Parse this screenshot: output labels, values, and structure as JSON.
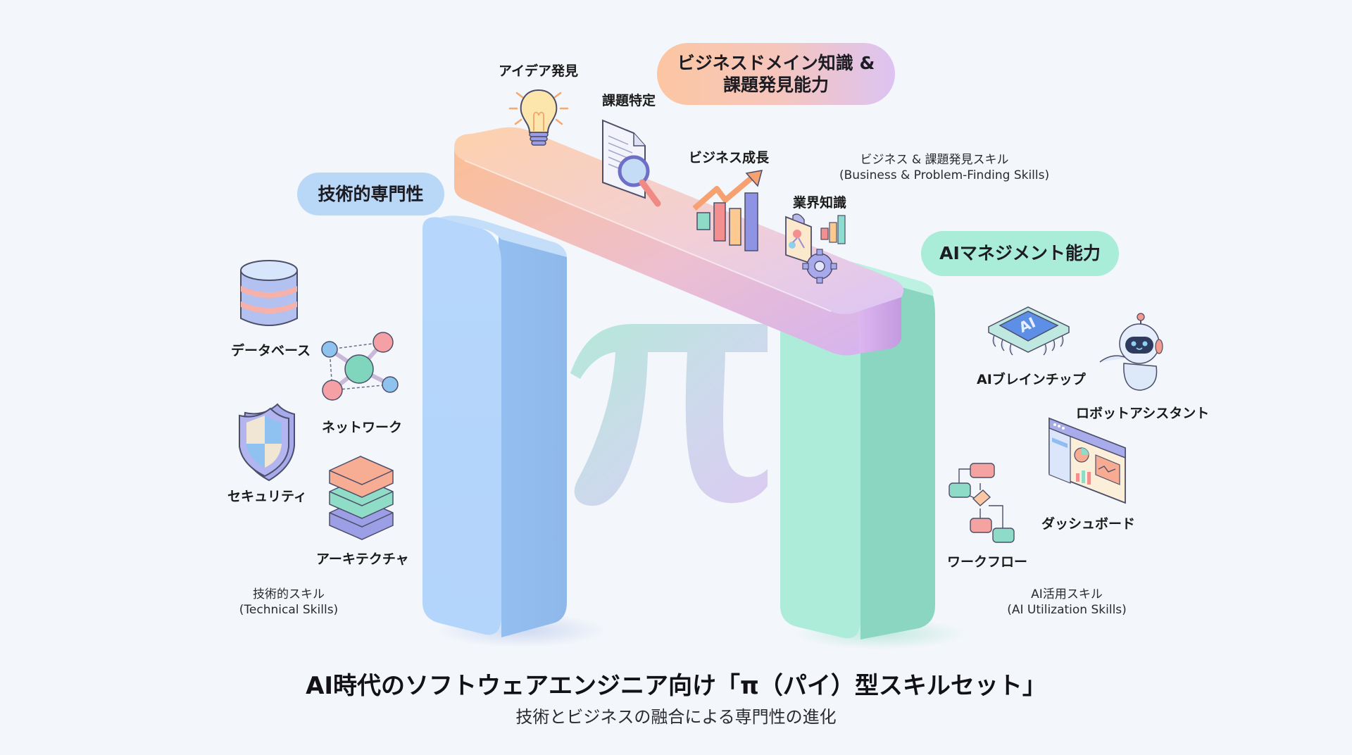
{
  "diagram": {
    "title": "AI時代のソフトウェアエンジニア向け「π（パイ）型スキルセット」",
    "subtitle": "技術とビジネスの融合による専門性の進化",
    "top_beam": {
      "pill_line1": "ビジネスドメイン知識 &",
      "pill_line2": "課題発見能力",
      "caption_line1": "ビジネス & 課題発見スキル",
      "caption_line2": "(Business & Problem-Finding Skills)",
      "color_start": "#fcc8a0",
      "color_end": "#dcc3f2",
      "items": [
        {
          "label": "アイデア発見",
          "icon": "lightbulb-icon"
        },
        {
          "label": "課題特定",
          "icon": "document-magnifier-icon"
        },
        {
          "label": "ビジネス成長",
          "icon": "growth-chart-icon"
        },
        {
          "label": "業界知識",
          "icon": "industry-knowledge-icon"
        }
      ]
    },
    "left_pillar": {
      "pill": "技術的専門性",
      "caption_line1": "技術的スキル",
      "caption_line2": "(Technical Skills)",
      "color": "#a9cdf6",
      "items": [
        {
          "label": "データベース",
          "icon": "database-icon"
        },
        {
          "label": "ネットワーク",
          "icon": "network-icon"
        },
        {
          "label": "セキュリティ",
          "icon": "shield-icon"
        },
        {
          "label": "アーキテクチャ",
          "icon": "layers-icon"
        }
      ]
    },
    "right_pillar": {
      "pill": "AIマネジメント能力",
      "caption_line1": "AI活用スキル",
      "caption_line2": "(AI Utilization Skills)",
      "color": "#a8ead8",
      "items": [
        {
          "label": "AIブレインチップ",
          "icon": "ai-chip-icon"
        },
        {
          "label": "ロボットアシスタント",
          "icon": "robot-icon"
        },
        {
          "label": "ダッシュボード",
          "icon": "dashboard-icon"
        },
        {
          "label": "ワークフロー",
          "icon": "workflow-icon"
        }
      ]
    },
    "symbol": "π"
  }
}
